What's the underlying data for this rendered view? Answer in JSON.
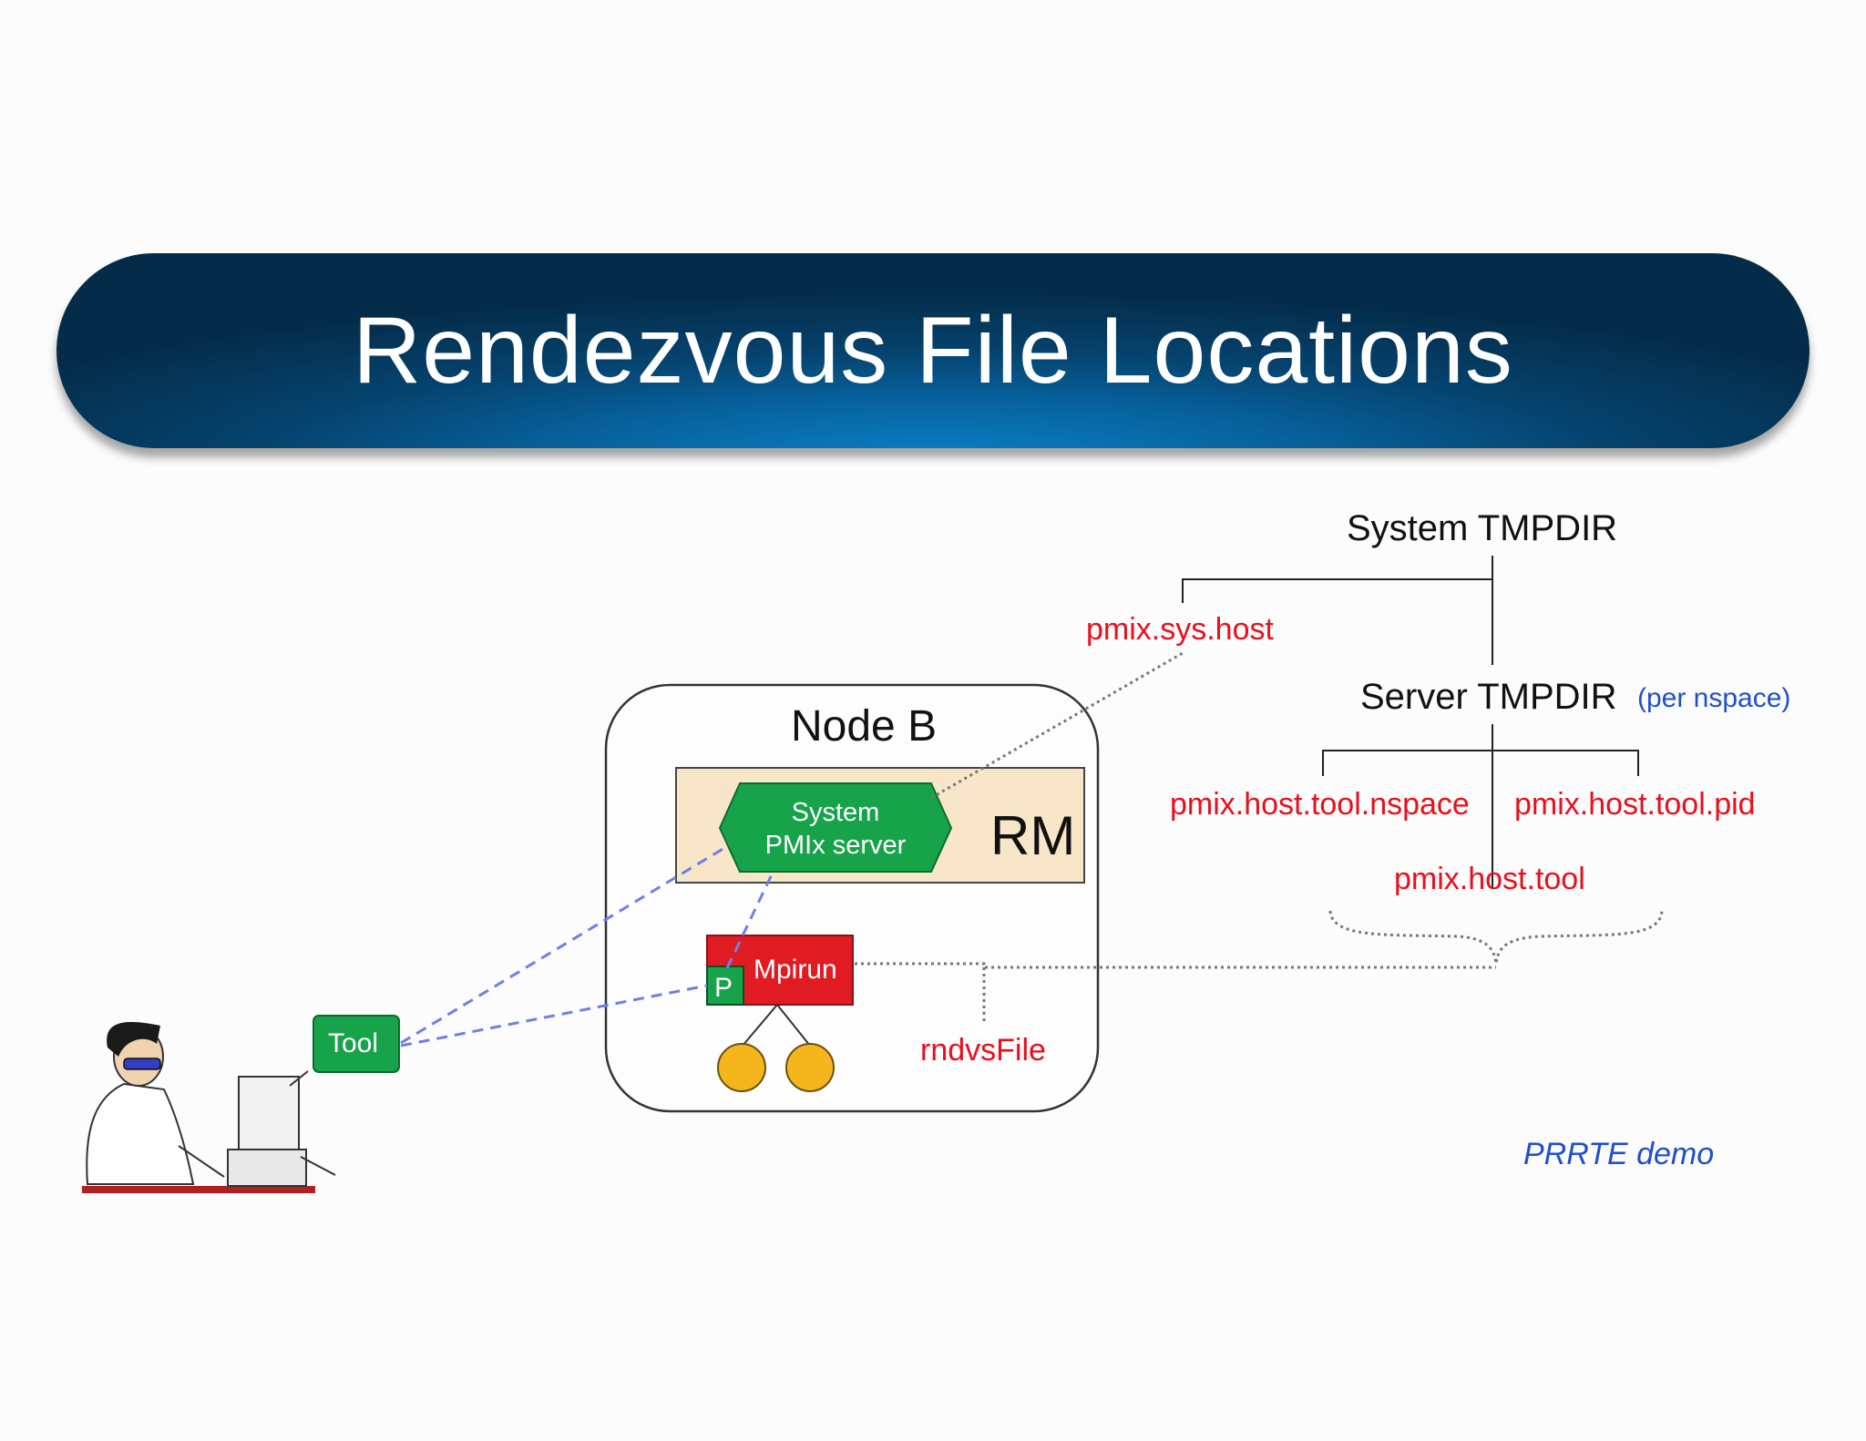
{
  "slide": {
    "title": "Rendezvous File Locations"
  },
  "node": {
    "title": "Node B",
    "rm_label": "RM",
    "pmix_server_line1": "System",
    "pmix_server_line2": "PMIx server",
    "mpirun_label": "Mpirun",
    "p_label": "P"
  },
  "tool": {
    "label": "Tool"
  },
  "tree": {
    "system_tmpdir": "System TMPDIR",
    "sys_host": "pmix.sys.host",
    "server_tmpdir": "Server TMPDIR",
    "per_nspace": "(per nspace)",
    "host_tool_nspace": "pmix.host.tool.nspace",
    "host_tool_pid": "pmix.host.tool.pid",
    "host_tool": "pmix.host.tool"
  },
  "rndvs_file": "rndvsFile",
  "footer": {
    "demo": "PRRTE demo"
  },
  "colors": {
    "banner": "#05426d",
    "red_text": "#e8101c",
    "blue_text": "#1f4fcf",
    "green_box": "#17a34a",
    "red_box": "#e01c22",
    "rm_fill": "#f8e6c8",
    "circle_fill": "#f5b51c"
  }
}
